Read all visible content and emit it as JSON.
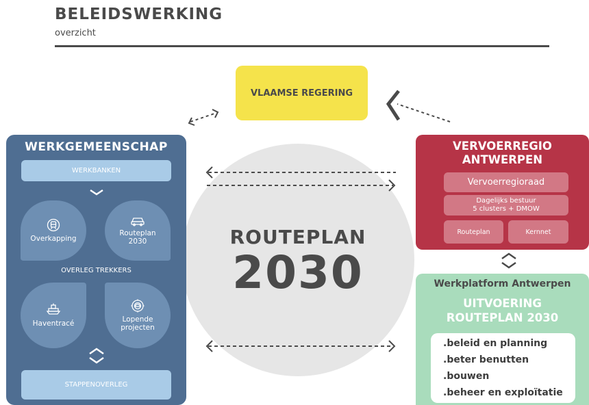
{
  "header": {
    "title": "BELEIDSWERKING",
    "subtitle": "overzicht"
  },
  "center": {
    "label": "ROUTEPLAN",
    "year": "2030"
  },
  "regering": {
    "label": "VLAAMSE REGERING"
  },
  "werkgemeenschap": {
    "title": "WERKGEMEENSCHAP",
    "werkbanken": "WERKBANKEN",
    "overleg": "OVERLEG TREKKERS",
    "stappenoverleg": "STAPPENOVERLEG",
    "items": [
      {
        "label": "Overkapping",
        "icon": "train-icon"
      },
      {
        "label": "Routeplan 2030",
        "icon": "car-icon"
      },
      {
        "label": "Haventracé",
        "icon": "ship-icon"
      },
      {
        "label": "Lopende projecten",
        "icon": "gear-helmet-icon"
      }
    ]
  },
  "vervoerregio": {
    "title_line1": "VERVOERREGIO",
    "title_line2": "ANTWERPEN",
    "raad": "Vervoerregioraad",
    "bestuur_line1": "Dagelijks bestuur",
    "bestuur_line2": "5 clusters + DMOW",
    "routeplan": "Routeplan",
    "kernnet": "Kernnet"
  },
  "werkplatform": {
    "title": "Werkplatform Antwerpen",
    "subtitle_line1": "UITVOERING",
    "subtitle_line2": "ROUTEPLAN 2030",
    "items": [
      ".beleid en planning",
      ".beter benutten",
      ".bouwen",
      ".beheer en exploïtatie"
    ]
  },
  "colors": {
    "yellow": "#f5e34b",
    "blue_panel": "#4f6e92",
    "light_blue": "#a9cbe7",
    "red_panel": "#b63447",
    "green_panel": "#a9dcbc",
    "grey_circle": "#e6e6e6",
    "text_dark": "#4a4a4a"
  }
}
